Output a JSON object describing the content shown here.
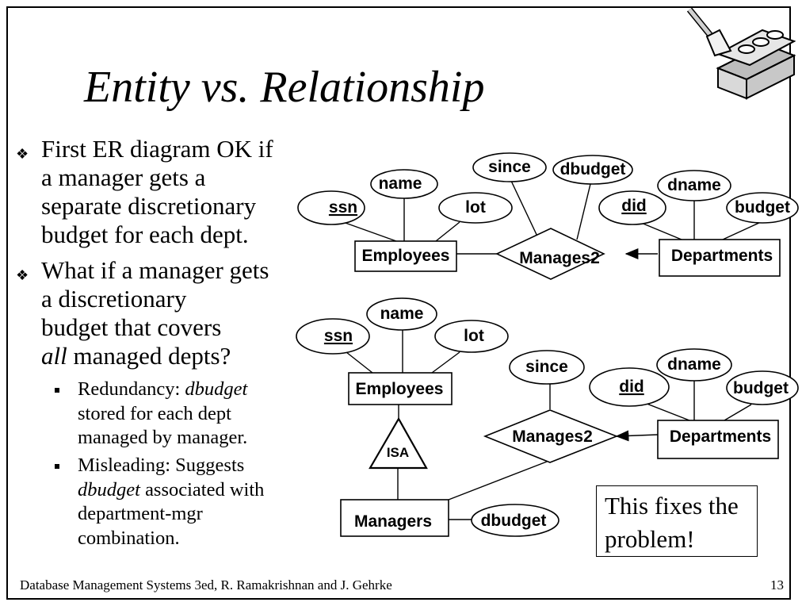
{
  "slide": {
    "title": "Entity vs. Relationship",
    "bullets": [
      {
        "lines": [
          "First ER diagram OK if",
          "a manager gets a",
          "separate discretionary",
          "budget for each dept."
        ]
      },
      {
        "lines": [
          "What if a manager gets",
          "a discretionary",
          "budget that covers",
          "managed depts?"
        ],
        "emphasis_word": "all"
      }
    ],
    "subbullets": [
      {
        "label": "Redundancy: ",
        "em": "dbudget",
        "lines": [
          "stored for each dept",
          "managed by manager."
        ]
      },
      {
        "label": "Misleading: Suggests",
        "em": "dbudget",
        "em_rest": " associated with",
        "lines": [
          "department-mgr",
          "combination."
        ]
      }
    ],
    "note": [
      "This fixes the",
      "problem!"
    ],
    "footer": {
      "left": "Database Management Systems 3ed,  R. Ramakrishnan and J. Gehrke",
      "page": "13"
    }
  },
  "diagram1": {
    "entities": {
      "employees": "Employees",
      "departments": "Departments"
    },
    "relationship": "Manages2",
    "attributes": {
      "ssn": "ssn",
      "name": "name",
      "lot": "lot",
      "since": "since",
      "dbudget": "dbudget",
      "did": "did",
      "dname": "dname",
      "budget": "budget"
    }
  },
  "diagram2": {
    "entities": {
      "employees": "Employees",
      "managers": "Managers",
      "departments": "Departments"
    },
    "isa": "ISA",
    "relationship": "Manages2",
    "attributes": {
      "ssn": "ssn",
      "name": "name",
      "lot": "lot",
      "since": "since",
      "dbudget": "dbudget",
      "did": "did",
      "dname": "dname",
      "budget": "budget"
    }
  },
  "colors": {
    "ink": "#000000",
    "background": "#ffffff",
    "logo_fill": "#d9d9d9"
  },
  "icons": {
    "logo": "brick-and-trowel-icon",
    "bullet": "diamond-bullet-icon"
  }
}
